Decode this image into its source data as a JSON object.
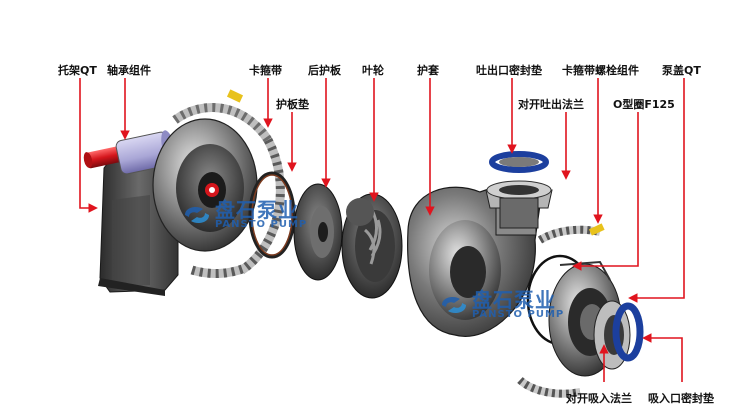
{
  "labels": {
    "bracket_qt": "托架QT",
    "bearing_assembly": "轴承组件",
    "clamp_band": "卡箍带",
    "plate_gasket": "护板垫",
    "rear_plate": "后护板",
    "impeller": "叶轮",
    "casing": "护套",
    "outlet_seal": "吐出口密封垫",
    "clamp_bolt_assembly": "卡箍带螺栓组件",
    "split_outlet_flange": "对开吐出法兰",
    "o_ring": "O型圈F125",
    "cover_qt": "泵盖QT",
    "split_inlet_flange": "对开吸入法兰",
    "inlet_seal": "吸入口密封垫"
  },
  "watermark": {
    "cn": "盘石泵业",
    "en": "PANSTO PUMP"
  },
  "colors": {
    "leader_red": "#e0141e",
    "metal_dark": "#3a3a3a",
    "metal_mid": "#7d7d7d",
    "metal_light": "#c9c9c9",
    "seal_blue": "#1c3f9e",
    "shaft_red": "#d4161c",
    "bearing_lilac": "#a9a6d6",
    "bolt_yellow": "#e8c21c",
    "brand_blue": "#1f5fb0"
  }
}
